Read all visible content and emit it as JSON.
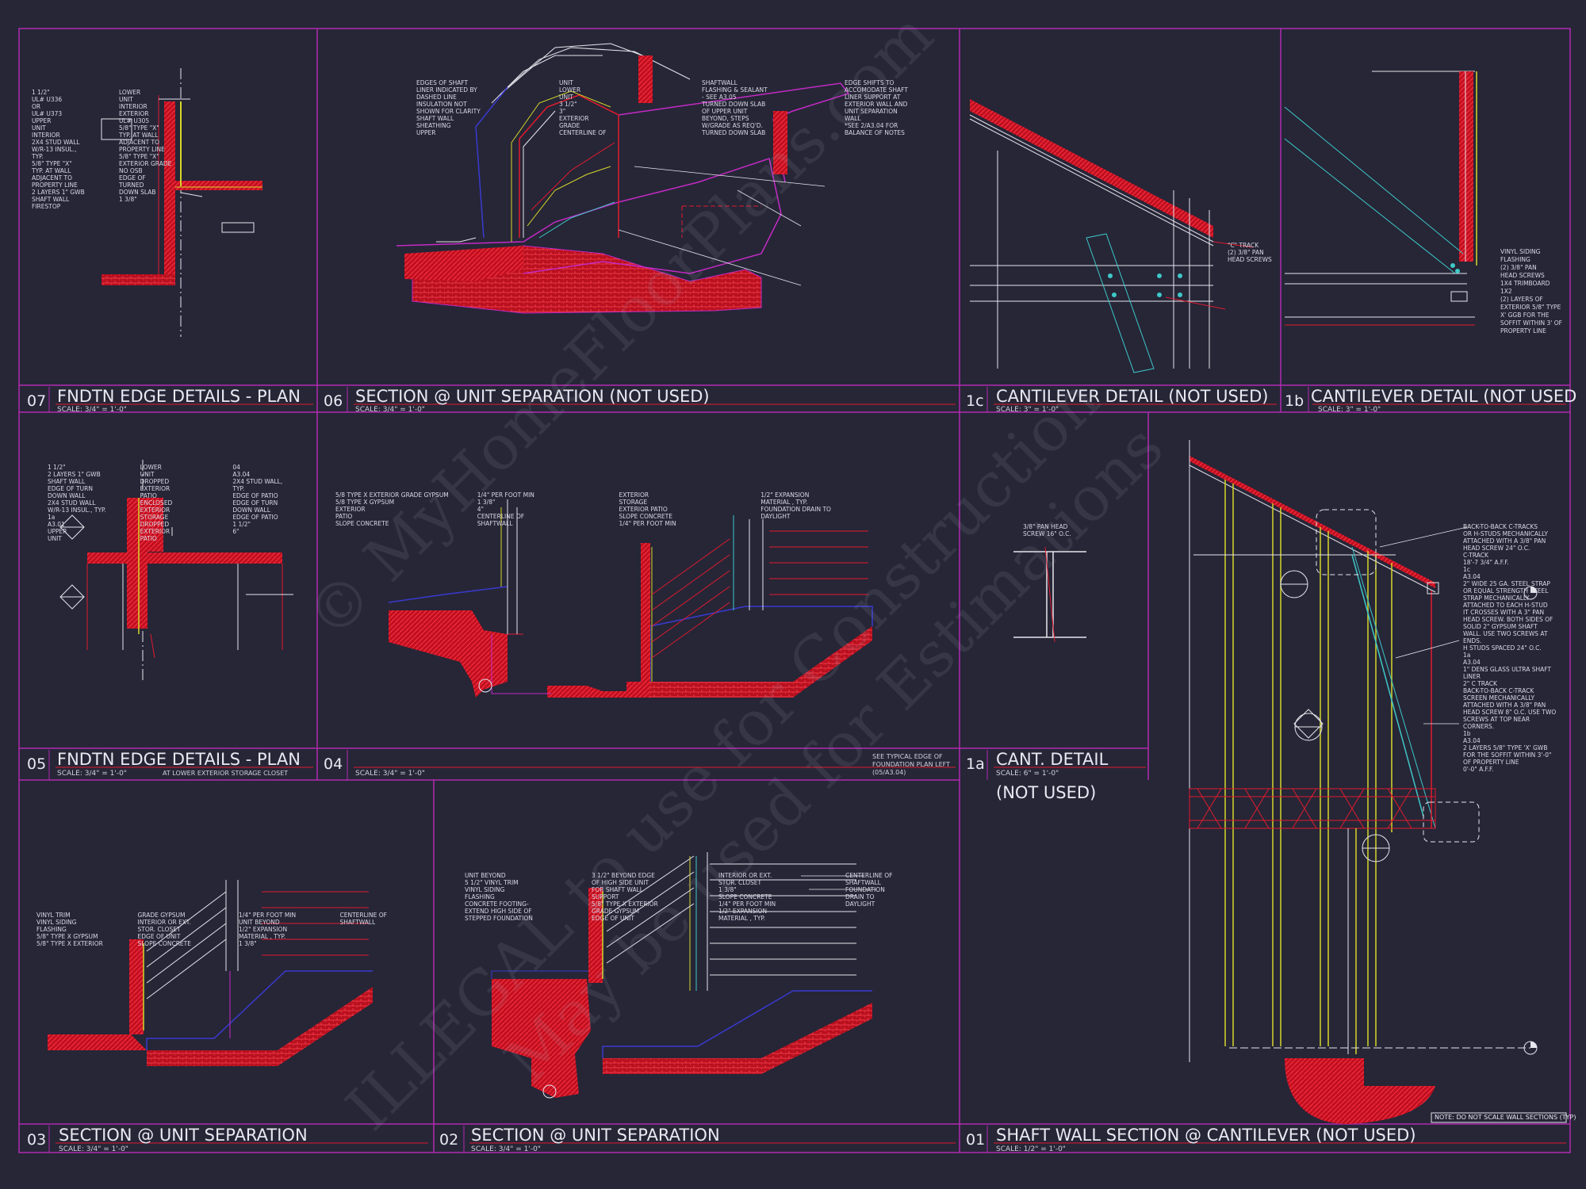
{
  "colors": {
    "background": "#262637",
    "frame": "#b02ab0",
    "red": "#e01b2e",
    "white": "#e6e6ee",
    "yellow": "#d6d62a",
    "cyan": "#3ec8c8",
    "blue": "#3a3ad0",
    "magenta": "#c42ac4"
  },
  "panels": [
    {
      "id": "p07",
      "num": "07",
      "title": "FNDTN EDGE DETAILS - PLAN",
      "scale": "SCALE: 3/4\" = 1'-0\""
    },
    {
      "id": "p06",
      "num": "06",
      "title": "SECTION @ UNIT SEPARATION (NOT USED)",
      "scale": "SCALE: 3/4\" = 1'-0\""
    },
    {
      "id": "p1c",
      "num": "1c",
      "title": "CANTILEVER DETAIL (NOT USED)",
      "scale": "SCALE: 3\" = 1'-0\""
    },
    {
      "id": "p1b",
      "num": "1b",
      "title": "CANTILEVER DETAIL (NOT USED",
      "scale": "SCALE: 3\" = 1'-0\""
    },
    {
      "id": "p05",
      "num": "05",
      "title": "FNDTN EDGE DETAILS - PLAN",
      "scale": "SCALE: 3/4\" = 1'-0\"",
      "note": "AT LOWER EXTERIOR STORAGE CLOSET"
    },
    {
      "id": "p04",
      "num": "04",
      "title": "",
      "scale": "SCALE: 3/4\" = 1'-0\"",
      "note": "SEE TYPICAL EDGE OF FOUNDATION PLAN LEFT (05/A3.04)"
    },
    {
      "id": "p1a",
      "num": "1a",
      "title": "CANT. DETAIL",
      "subtitle": "(NOT USED)",
      "scale": "SCALE: 6\" = 1'-0\""
    },
    {
      "id": "p03",
      "num": "03",
      "title": "SECTION @ UNIT SEPARATION",
      "scale": "SCALE: 3/4\" = 1'-0\""
    },
    {
      "id": "p02",
      "num": "02",
      "title": "SECTION @ UNIT SEPARATION",
      "scale": "SCALE: 3/4\" = 1'-0\""
    },
    {
      "id": "p01",
      "num": "01",
      "title": "SHAFT WALL SECTION @ CANTILEVER (NOT USED)",
      "scale": "SCALE: 1/2\" = 1'-0\"",
      "note": "NOTE: DO NOT SCALE WALL SECTIONS (TYP)"
    }
  ],
  "annotations": {
    "p07": [
      "1 1/2\"",
      "UL# U336",
      "OR",
      "UL# U373",
      "UPPER",
      "UNIT",
      "INTERIOR",
      "2X4 STUD WALL",
      "W/R-13 INSUL.,",
      "TYP.",
      "5/8\" TYPE \"X\"",
      "TYP. AT WALL",
      "ADJACENT TO",
      "PROPERTY LINE",
      "2 LAYERS 1\" GWB",
      "SHAFT WALL",
      "FIRESTOP",
      "LOWER",
      "UNIT",
      "INTERIOR",
      "EXTERIOR",
      "UL# U305",
      "5/8\" TYPE \"X\"",
      "TYP. AT WALL",
      "ADJACENT TO",
      "PROPERTY LINE",
      "5/8\" TYPE \"X\"",
      "EXTERIOR GRADE",
      "NO OSB",
      "EDGE OF",
      "TURNED",
      "DOWN SLAB",
      "1 3/8\""
    ],
    "p06": [
      "EDGES OF SHAFT",
      "LINER INDICATED BY",
      "DASHED LINE",
      "INSULATION NOT",
      "SHOWN FOR CLARITY",
      "SHAFT WALL",
      "SHEATHING",
      "UPPER",
      "UNIT",
      "LOWER",
      "UNIT",
      "3 1/2\"",
      "3\"",
      "EXTERIOR",
      "GRADE",
      "CENTERLINE OF",
      "SHAFTWALL",
      "FLASHING & SEALANT",
      "- SEE A3.05",
      "TURNED DOWN SLAB",
      "OF UPPER UNIT",
      "BEYOND, STEPS",
      "W/GRADE AS REQ'D.",
      "TURNED DOWN SLAB",
      "EDGE SHIFTS TO",
      "ACCOMODATE SHAFT",
      "LINER SUPPORT AT",
      "EXTERIOR WALL AND",
      "UNIT SEPARATION",
      "WALL",
      "*SEE 2/A3.04 FOR",
      "BALANCE OF NOTES"
    ],
    "p1c": [
      "\"C\" TRACK",
      "(2) 3/8\" PAN",
      "HEAD SCREWS"
    ],
    "p1b": [
      "VINYL SIDING",
      "FLASHING",
      "(2) 3/8\" PAN",
      "HEAD SCREWS",
      "1X4 TRIMBOARD",
      "1X2",
      "(2) LAYERS OF",
      "EXTERIOR 5/8\" TYPE",
      "X' GGB FOR THE",
      "SOFFIT WITHIN 3' OF",
      "PROPERTY LINE"
    ],
    "p05": [
      "1 1/2\"",
      "2 LAYERS 1\" GWB",
      "SHAFT WALL",
      "EDGE OF TURN",
      "DOWN WALL",
      "2X4 STUD WALL",
      "W/R-13 INSUL., TYP.",
      "1a",
      "A3.01",
      "UPPER",
      "UNIT",
      "LOWER",
      "UNIT",
      "DROPPED",
      "EXTERIOR",
      "PATIO",
      "ENCLOSED",
      "EXTERIOR",
      "STORAGE",
      "DROPPED",
      "EXTERIOR",
      "PATIO",
      "04",
      "A3.04",
      "2X4 STUD WALL,",
      "TYP.",
      "EDGE OF PATIO",
      "EDGE OF TURN",
      "DOWN WALL",
      "EDGE OF PATIO",
      "1 1/2\"",
      "6\""
    ],
    "p04": [
      "5/8 TYPE X EXTERIOR GRADE GYPSUM",
      "5/8 TYPE X GYPSUM",
      "EXTERIOR",
      "PATIO",
      "SLOPE CONCRETE",
      "1/4\" PER FOOT MIN",
      "1 3/8\"",
      "4\"",
      "CENTERLINE OF",
      "SHAFTWALL",
      "EXTERIOR",
      "STORAGE",
      "EXTERIOR PATIO",
      "SLOPE CONCRETE",
      "1/4\" PER FOOT MIN",
      "1/2\" EXPANSION",
      "MATERIAL , TYP.",
      "FOUNDATION DRAIN TO",
      "DAYLIGHT"
    ],
    "p1a": [
      "3/8\" PAN HEAD",
      "SCREW 16\" O.C."
    ],
    "p03": [
      "VINYL TRIM",
      "VINYL SIDING",
      "FLASHING",
      "5/8\" TYPE X GYPSUM",
      "5/8\" TYPE X EXTERIOR",
      "GRADE GYPSUM",
      "INTERIOR OR EXT.",
      "STOR. CLOSET",
      "EDGE OF UNIT",
      "SLOPE CONCRETE",
      "1/4\" PER FOOT MIN",
      "UNIT BEYOND",
      "1/2\" EXPANSION",
      "MATERIAL , TYP.",
      "1 3/8\"",
      "CENTERLINE OF",
      "SHAFTWALL"
    ],
    "p02": [
      "UNIT BEYOND",
      "5 1/2\" VINYL TRIM",
      "VINYL SIDING",
      "FLASHING",
      "CONCRETE FOOTING-",
      "EXTEND HIGH SIDE OF",
      "STEPPED FOUNDATION",
      "3 1/2\" BEYOND EDGE",
      "OF HIGH SIDE UNIT",
      "FOR SHAFT WALL",
      "SUPPORT",
      "5/8\" TYPE X EXTERIOR",
      "GRADE GYPSUM",
      "EDGE OF UNIT",
      "INTERIOR OR EXT.",
      "STOR. CLOSET",
      "1 3/8\"",
      "SLOPE CONCRETE",
      "1/4\" PER FOOT MIN",
      "1/2\" EXPANSION",
      "MATERIAL , TYP.",
      "CENTERLINE OF",
      "SHAFTWALL",
      "FOUNDATION",
      "DRAIN TO",
      "DAYLIGHT"
    ],
    "p01": [
      "BACK-TO-BACK C-TRACKS",
      "OR H-STUDS MECHANICALLY",
      "ATTACHED WITH A 3/8\" PAN",
      "HEAD SCREW 24\" O.C.",
      "C-TRACK",
      "18'-7 3/4\" A.F.F.",
      "1c",
      "A3.04",
      "2\" WIDE 25 GA. STEEL STRAP",
      "OR EQUAL STRENGTH STEEL",
      "STRAP MECHANICALLY",
      "ATTACHED TO EACH H-STUD",
      "IT CROSSES WITH A 3\" PAN",
      "HEAD SCREW. BOTH SIDES OF",
      "SOLID 2\" GYPSUM SHAFT",
      "WALL. USE TWO SCREWS AT",
      "ENDS.",
      "H STUDS SPACED 24\" O.C.",
      "1a",
      "A3.04",
      "1\" DENS GLASS ULTRA SHAFT",
      "LINER",
      "2\" C TRACK",
      "BACK-TO-BACK C-TRACK",
      "SCREEN MECHANICALLY",
      "ATTACHED WITH A 3/8\" PAN",
      "HEAD SCREW 8\" O.C. USE TWO",
      "SCREWS AT TOP NEAR",
      "CORNERS.",
      "1b",
      "A3.04",
      "2 LAYERS 5/8\" TYPE 'X' GWB",
      "FOR THE SOFFIT WITHIN 3'-0\"",
      "OF PROPERTY LINE",
      "0'-0\" A.F.F."
    ]
  },
  "watermark": [
    "© MyHomeFloorPlans.com",
    "ILLEGAL to use for Construction",
    "May be used for Estimations"
  ]
}
